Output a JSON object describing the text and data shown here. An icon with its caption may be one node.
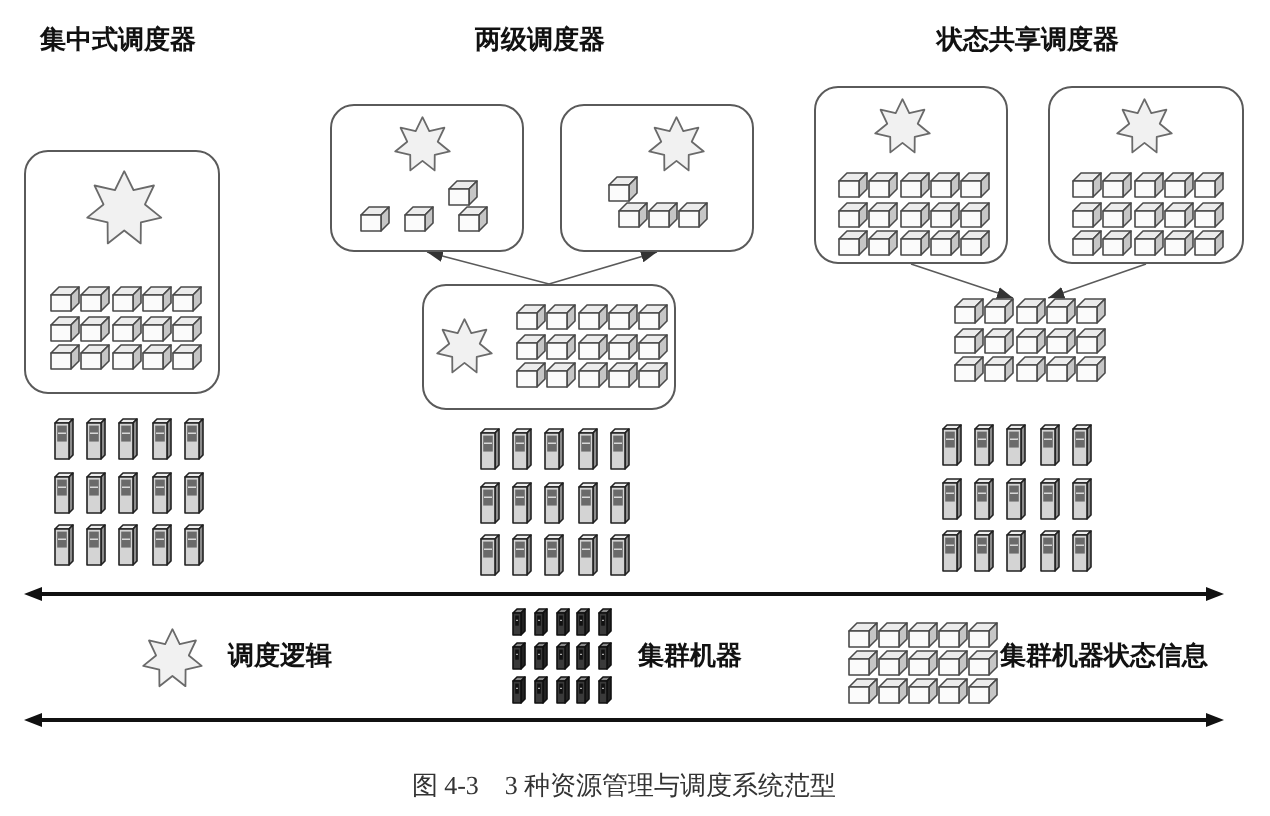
{
  "diagram": {
    "caption": "图 4-3　3 种资源管理与调度系统范型",
    "nodes": [
      {
        "text": [],
        "shape": "box"
      },
      {
        "text": [],
        "shape": "box"
      },
      {
        "text": [],
        "shape": "box"
      },
      {
        "text": [],
        "shape": "box"
      },
      {
        "text": [],
        "shape": "box"
      },
      {
        "text": [],
        "shape": "box"
      },
      {
        "text": [],
        "shape": "picture"
      }
    ],
    "edges": [
      {
        "from": 3,
        "to": 1,
        "arrow": "to"
      },
      {
        "from": 3,
        "to": 2,
        "arrow": "to"
      },
      {
        "from": 4,
        "to": 6,
        "arrow": "to"
      },
      {
        "from": 5,
        "to": 6,
        "arrow": "to"
      }
    ],
    "labels": [
      "集中式调度器",
      "两级调度器",
      "状态共享调度器"
    ],
    "legend": [
      {
        "text": "调度逻辑"
      },
      {
        "text": "集群机器"
      },
      {
        "text": "集群机器状态信息"
      }
    ]
  }
}
